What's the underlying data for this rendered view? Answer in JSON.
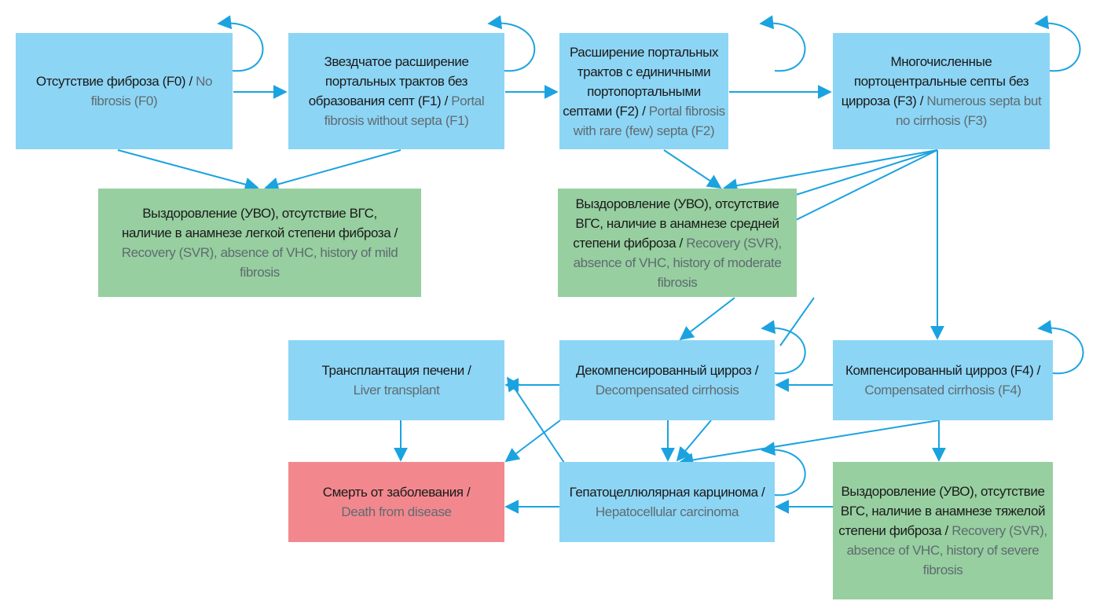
{
  "colors": {
    "state": "#8dd5f5",
    "recovery": "#97cfa0",
    "death": "#f2888e",
    "arrow": "#1ba3e0"
  },
  "nodes": {
    "f0": {
      "ru": "Отсутствие фиброза (F0) / ",
      "en": "No fibrosis (F0)"
    },
    "f1": {
      "ru": "Звездчатое расширение портальных трактов без образования септ (F1) / ",
      "en": "Portal fibrosis without septa (F1)"
    },
    "f2": {
      "ru": "Расширение портальных трактов с единичными портопортальными септами (F2) / ",
      "en": "Portal fibrosis with rare (few) septa (F2)"
    },
    "f3": {
      "ru": "Многочисленные портоцентральные септы без цирроза (F3) / ",
      "en": "Numerous septa but no cirrhosis (F3)"
    },
    "rec_mild": {
      "ru": "Выздоровление (УВО), отсутствие ВГС, наличие в анамнезе легкой степени фиброза / ",
      "en": "Recovery (SVR), absence of VHC, history of mild fibrosis"
    },
    "rec_moderate": {
      "ru": "Выздоровление (УВО), отсутствие ВГС, наличие в анамнезе средней степени фиброза / ",
      "en": "Recovery (SVR), absence of VHC, history of moderate fibrosis"
    },
    "transplant": {
      "ru": "Трансплантация печени / ",
      "en": "Liver transplant"
    },
    "decomp": {
      "ru": "Декомпенсированный цирроз / ",
      "en": "Decompensated cirrhosis"
    },
    "comp": {
      "ru": "Компенсированный цирроз (F4) / ",
      "en": "Compensated cirrhosis (F4)"
    },
    "death": {
      "ru": "Смерть от заболевания / ",
      "en": "Death from disease"
    },
    "hcc": {
      "ru": "Гепатоцеллюлярная карцинома / ",
      "en": "Hepatocellular carcinoma"
    },
    "rec_severe": {
      "ru": "Выздоровление (УВО), отсутствие ВГС, наличие в анамнезе тяжелой степени фиброза / ",
      "en": "Recovery (SVR), absence of VHC, history of severe fibrosis"
    }
  }
}
